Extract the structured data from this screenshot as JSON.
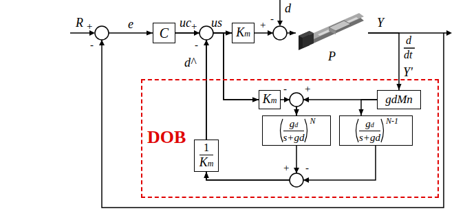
{
  "diagram": {
    "nodes": [
      {
        "text": [
          "C"
        ]
      },
      {
        "text": [
          "Km"
        ]
      },
      {
        "text": [
          "P"
        ]
      },
      {
        "text": [
          "DOB"
        ]
      },
      {
        "text": [
          "Km"
        ],
        "in": 3
      },
      {
        "text": [
          "gdMn"
        ],
        "in": 3
      },
      {
        "text": [
          "gd",
          "s+gd",
          "N"
        ],
        "in": 3
      },
      {
        "text": [
          "gd",
          "s+gd",
          "N-1"
        ],
        "in": 3
      },
      {
        "text": [
          "1",
          "Km"
        ],
        "in": 3
      }
    ],
    "edges": [
      {
        "from": 0,
        "to": 1,
        "arrow": "to"
      },
      {
        "from": 0,
        "to": 4,
        "arrow": "to"
      },
      {
        "from": 8,
        "to": 1,
        "arrow": "to"
      },
      {
        "from": 8,
        "to": 4,
        "arrow": "to"
      },
      {
        "from": 1,
        "to": 2,
        "arrow": "to"
      },
      {
        "from": 2,
        "to": 0,
        "arrow": "to"
      },
      {
        "from": 2,
        "to": 5,
        "arrow": "to"
      },
      {
        "from": 4,
        "to": 6,
        "arrow": "to"
      },
      {
        "from": 5,
        "to": 6,
        "arrow": "to"
      },
      {
        "from": 5,
        "to": 7,
        "arrow": "to"
      },
      {
        "from": 6,
        "to": 8,
        "arrow": "to"
      },
      {
        "from": 7,
        "to": 8,
        "arrow": "to"
      }
    ],
    "labels": [
      "R",
      "+",
      "-",
      "e",
      "uc",
      "+",
      "-",
      "us",
      "d",
      "-",
      "+",
      "Y",
      "d",
      "dt",
      "Y'",
      "d^",
      "-",
      "+",
      "+",
      "-"
    ]
  }
}
